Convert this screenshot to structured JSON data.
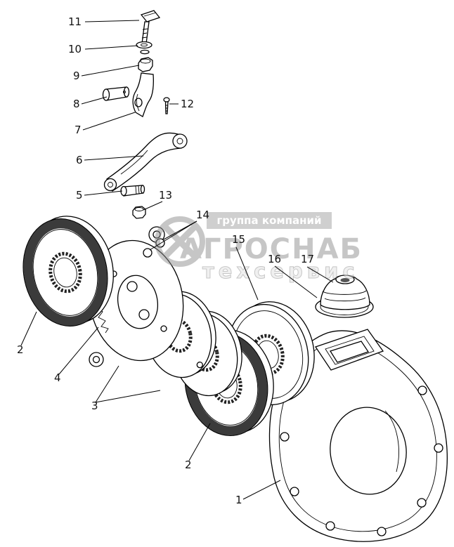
{
  "watermark": {
    "group_label": "группа компаний",
    "brand": "АГРОСНАБ",
    "subtitle": "техсервис"
  },
  "part_labels": {
    "l11": "11",
    "l10": "10",
    "l9": "9",
    "l8": "8",
    "l7": "7",
    "l6": "6",
    "l5": "5",
    "l12": "12",
    "l13": "13",
    "l14": "14",
    "l15": "15",
    "l16": "16",
    "l17": "17",
    "l2a": "2",
    "l4": "4",
    "l3": "3",
    "l2b": "2",
    "l1": "1"
  }
}
